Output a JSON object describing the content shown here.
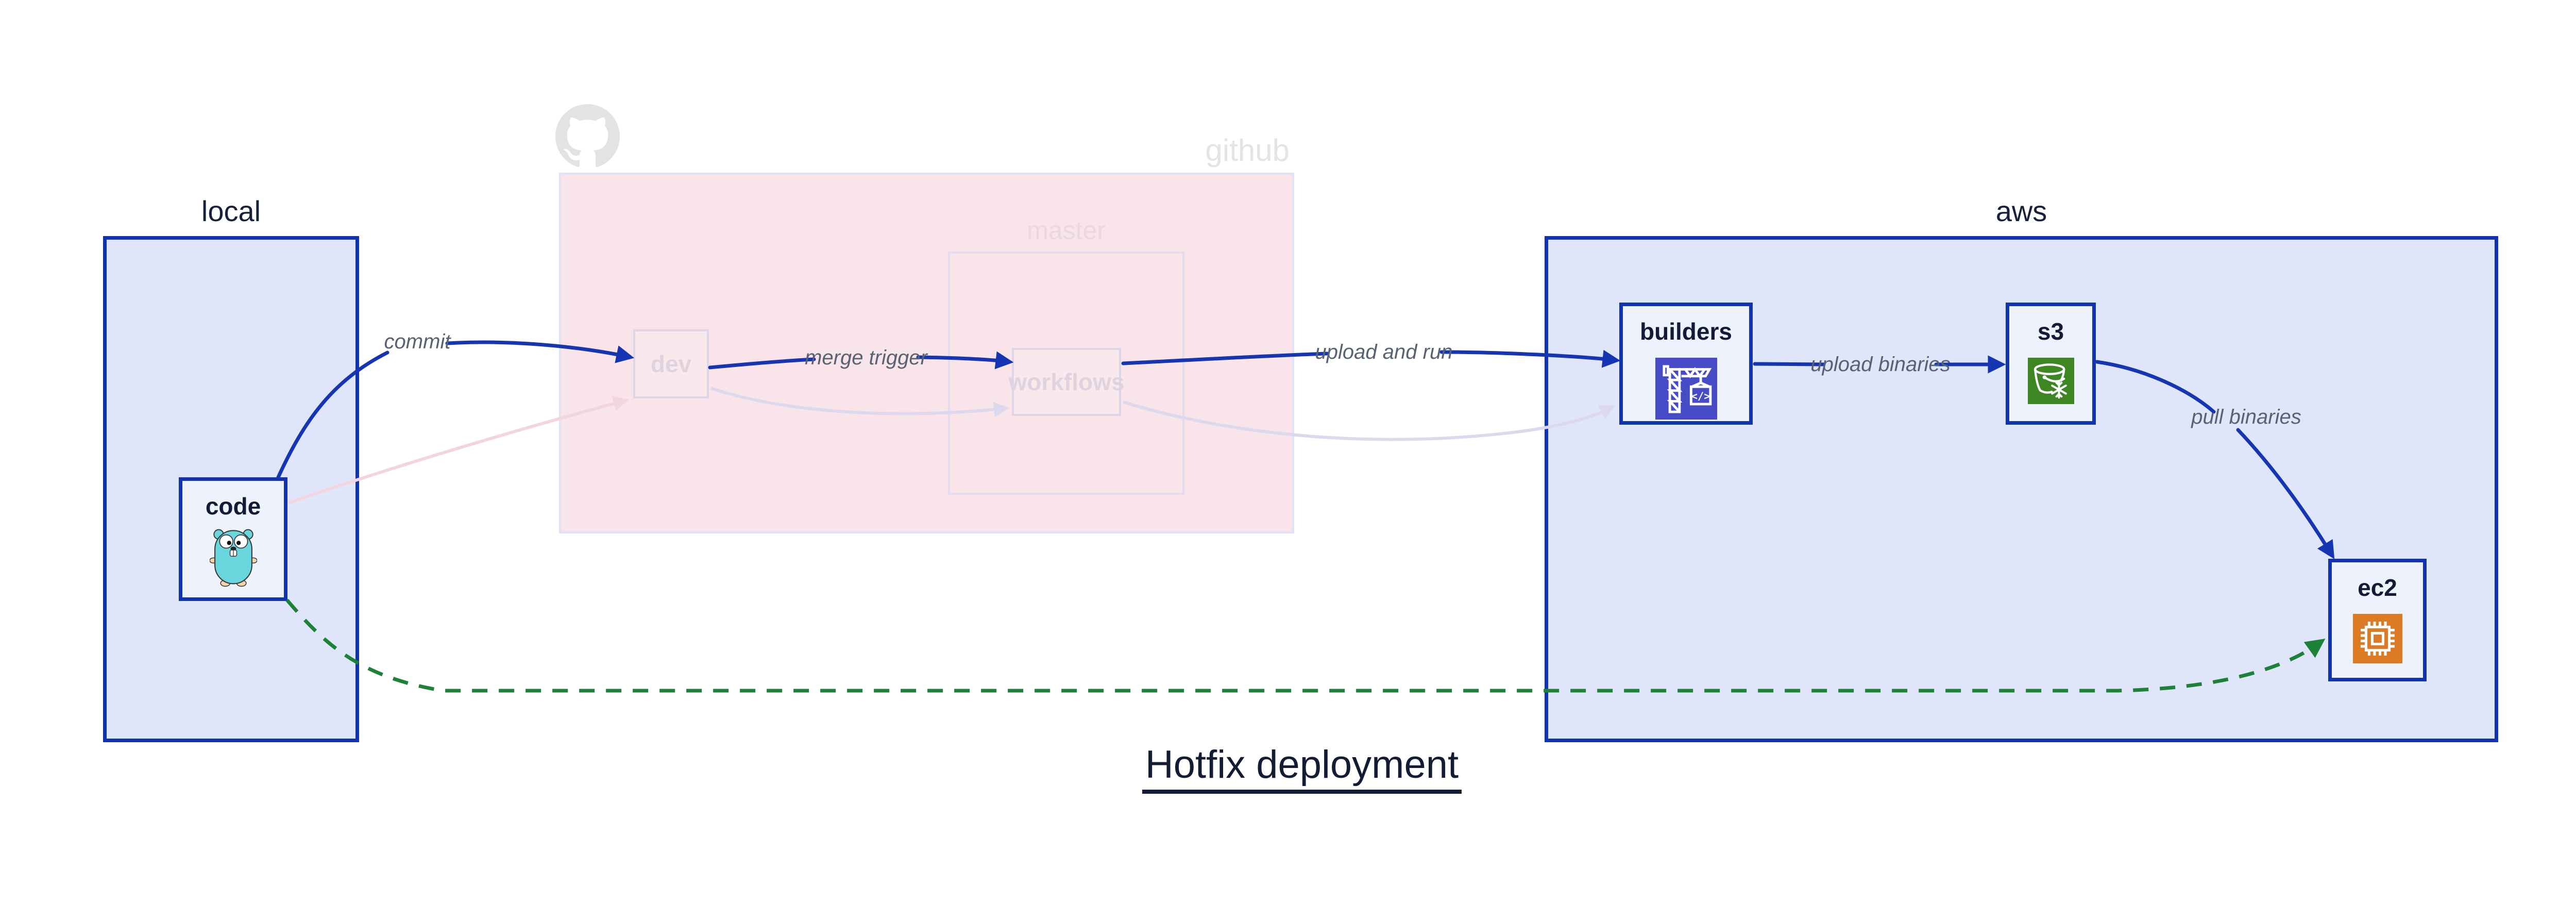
{
  "title": "Hotfix deployment",
  "containers": {
    "local": {
      "label": "local"
    },
    "github": {
      "label": "github"
    },
    "master": {
      "label": "master"
    },
    "aws": {
      "label": "aws"
    }
  },
  "nodes": {
    "code": {
      "label": "code",
      "icon": "go-gopher-icon"
    },
    "dev": {
      "label": "dev",
      "icon": null
    },
    "workflows": {
      "label": "workflows",
      "icon": null
    },
    "builders": {
      "label": "builders",
      "icon": "codebuild-crane-icon"
    },
    "s3": {
      "label": "s3",
      "icon": "s3-glacier-bucket-icon"
    },
    "ec2": {
      "label": "ec2",
      "icon": "ec2-chip-icon"
    }
  },
  "edges": {
    "commit": {
      "label": "commit",
      "from": "code",
      "to": "dev",
      "style": "solid-blue"
    },
    "merge_trigger": {
      "label": "merge trigger",
      "from": "dev",
      "to": "workflows",
      "style": "solid-blue"
    },
    "upload_and_run": {
      "label": "upload and run",
      "from": "workflows",
      "to": "builders",
      "style": "solid-blue"
    },
    "upload_binaries": {
      "label": "upload binaries",
      "from": "builders",
      "to": "s3",
      "style": "solid-blue"
    },
    "pull_binaries": {
      "label": "pull binaries",
      "from": "s3",
      "to": "ec2",
      "style": "solid-blue"
    },
    "hotfix_path": {
      "label": "",
      "from": "code",
      "to": "ec2",
      "style": "dashed-green"
    },
    "faded_commit": {
      "label": "",
      "from": "code",
      "to": "dev",
      "style": "faded-pink"
    },
    "faded_merge": {
      "label": "",
      "from": "dev",
      "to": "workflows",
      "style": "faded-lavender"
    },
    "faded_upload_run": {
      "label": "",
      "from": "workflows",
      "to": "builders",
      "style": "faded-lavender"
    }
  },
  "colors": {
    "edge_blue": "#1535b3",
    "edge_green": "#1e8138",
    "edge_faded_pink": "#f3d5de",
    "edge_faded_lavender": "#dcd9ee",
    "cloud_fill": "#dfe6fa",
    "cloud_border": "#1233ae",
    "node_fill": "#eef2fc",
    "github_fill": "#f9e5e9",
    "github_text": "#e4e4e6",
    "master_text": "#ead8e0",
    "codebuild_indigo": "#474cc6",
    "s3_green": "#3e8622",
    "ec2_orange": "#dd7a24",
    "gopher_teal": "#69d6dd",
    "label_gray": "#596273",
    "dark_text": "#141c34"
  }
}
